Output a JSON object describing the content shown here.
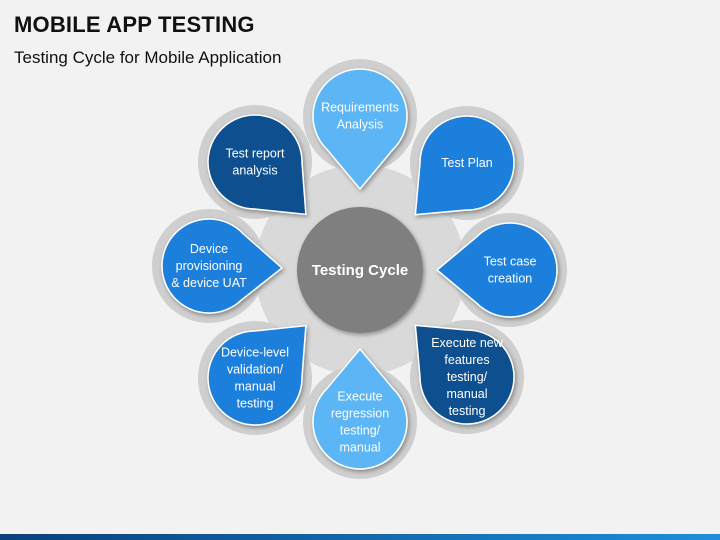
{
  "header": {
    "title": "MOBILE APP TESTING",
    "subtitle": "Testing Cycle for Mobile Application"
  },
  "diagram": {
    "hub_label": "Testing Cycle",
    "steps": [
      {
        "label": "Requirements Analysis",
        "lines": [
          "Requirements",
          "Analysis"
        ],
        "color": "#5bb5f5"
      },
      {
        "label": "Test Plan",
        "lines": [
          "Test Plan"
        ],
        "color": "#1c7fdb"
      },
      {
        "label": "Test case creation",
        "lines": [
          "Test case",
          "creation"
        ],
        "color": "#1c7fdb"
      },
      {
        "label": "Execute new features testing/ manual testing",
        "lines": [
          "Execute new",
          "features",
          "testing/",
          "manual",
          "testing"
        ],
        "color": "#0c4f8f"
      },
      {
        "label": "Execute regression testing/ manual",
        "lines": [
          "Execute",
          "regression",
          "testing/",
          "manual"
        ],
        "color": "#5bb5f5"
      },
      {
        "label": "Device-level validation/ manual testing",
        "lines": [
          "Device-level",
          "validation/",
          "manual",
          "testing"
        ],
        "color": "#1c7fdb"
      },
      {
        "label": "Device provisioning & device UAT",
        "lines": [
          "Device",
          "provisioning",
          "& device UAT"
        ],
        "color": "#1c7fdb"
      },
      {
        "label": "Test report analysis",
        "lines": [
          "Test report",
          "analysis"
        ],
        "color": "#0c4f8f"
      }
    ],
    "colors": {
      "hub": "#7f7f7f",
      "ring": "#d9d9d9",
      "petal_outline": "#cfcfcf"
    }
  }
}
